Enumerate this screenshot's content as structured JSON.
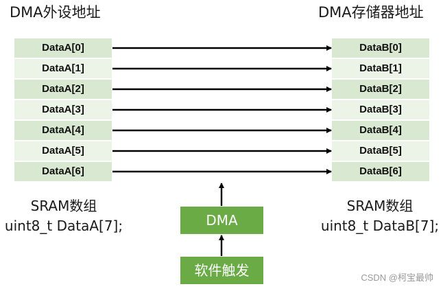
{
  "left_heading": "DMA外设地址",
  "right_heading": "DMA存储器地址",
  "source_rows": [
    "DataA[0]",
    "DataA[1]",
    "DataA[2]",
    "DataA[3]",
    "DataA[4]",
    "DataA[5]",
    "DataA[6]"
  ],
  "dest_rows": [
    "DataB[0]",
    "DataB[1]",
    "DataB[2]",
    "DataB[3]",
    "DataB[4]",
    "DataB[5]",
    "DataB[6]"
  ],
  "source_caption": {
    "line1": "SRAM数组",
    "line2": "uint8_t DataA[7];"
  },
  "dest_caption": {
    "line1": "SRAM数组",
    "line2": "uint8_t DataB[7];"
  },
  "dma_label": "DMA",
  "trigger_label": "软件触发",
  "watermark": "CSDN @柯宝最帅",
  "colors": {
    "row_even": "#d9e8d0",
    "row_odd": "#ecf3e7",
    "box_green": "#6aab46",
    "arrow": "#000000"
  }
}
